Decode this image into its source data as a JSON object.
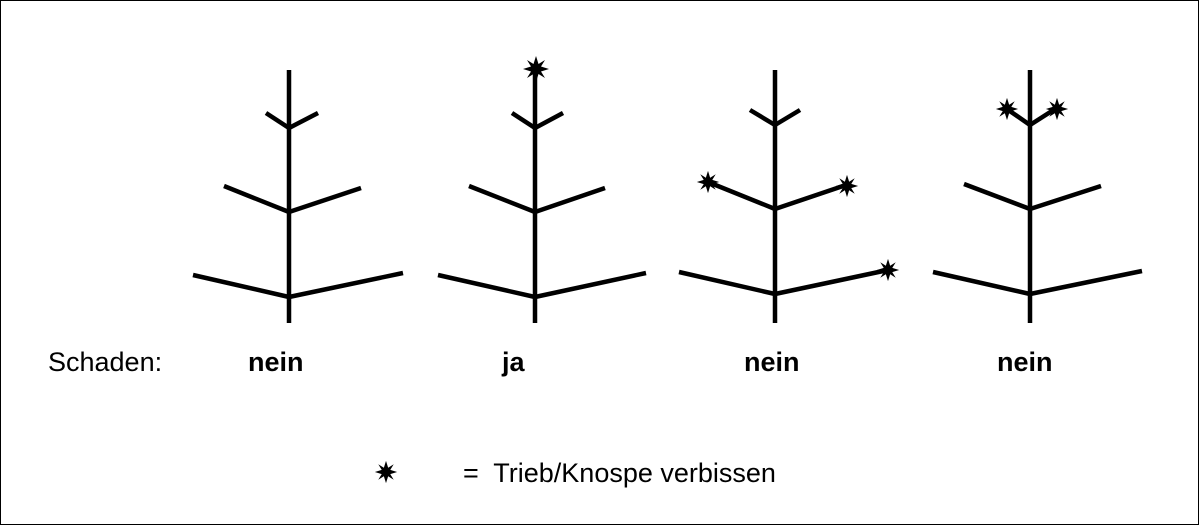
{
  "damage_prefix": "Schaden:",
  "trees": [
    {
      "answer": "nein",
      "stars": []
    },
    {
      "answer": "ja",
      "stars": [
        "leader-tip"
      ]
    },
    {
      "answer": "nein",
      "stars": [
        "middle-left-branch",
        "middle-right-branch",
        "lower-right-branch"
      ]
    },
    {
      "answer": "nein",
      "stars": [
        "upper-left-branch",
        "upper-right-branch"
      ]
    }
  ],
  "legend": {
    "symbol": "star-burst-icon",
    "text": "=  Trieb/Knospe verbissen"
  },
  "colors": {
    "line": "#000000",
    "background": "#ffffff"
  }
}
